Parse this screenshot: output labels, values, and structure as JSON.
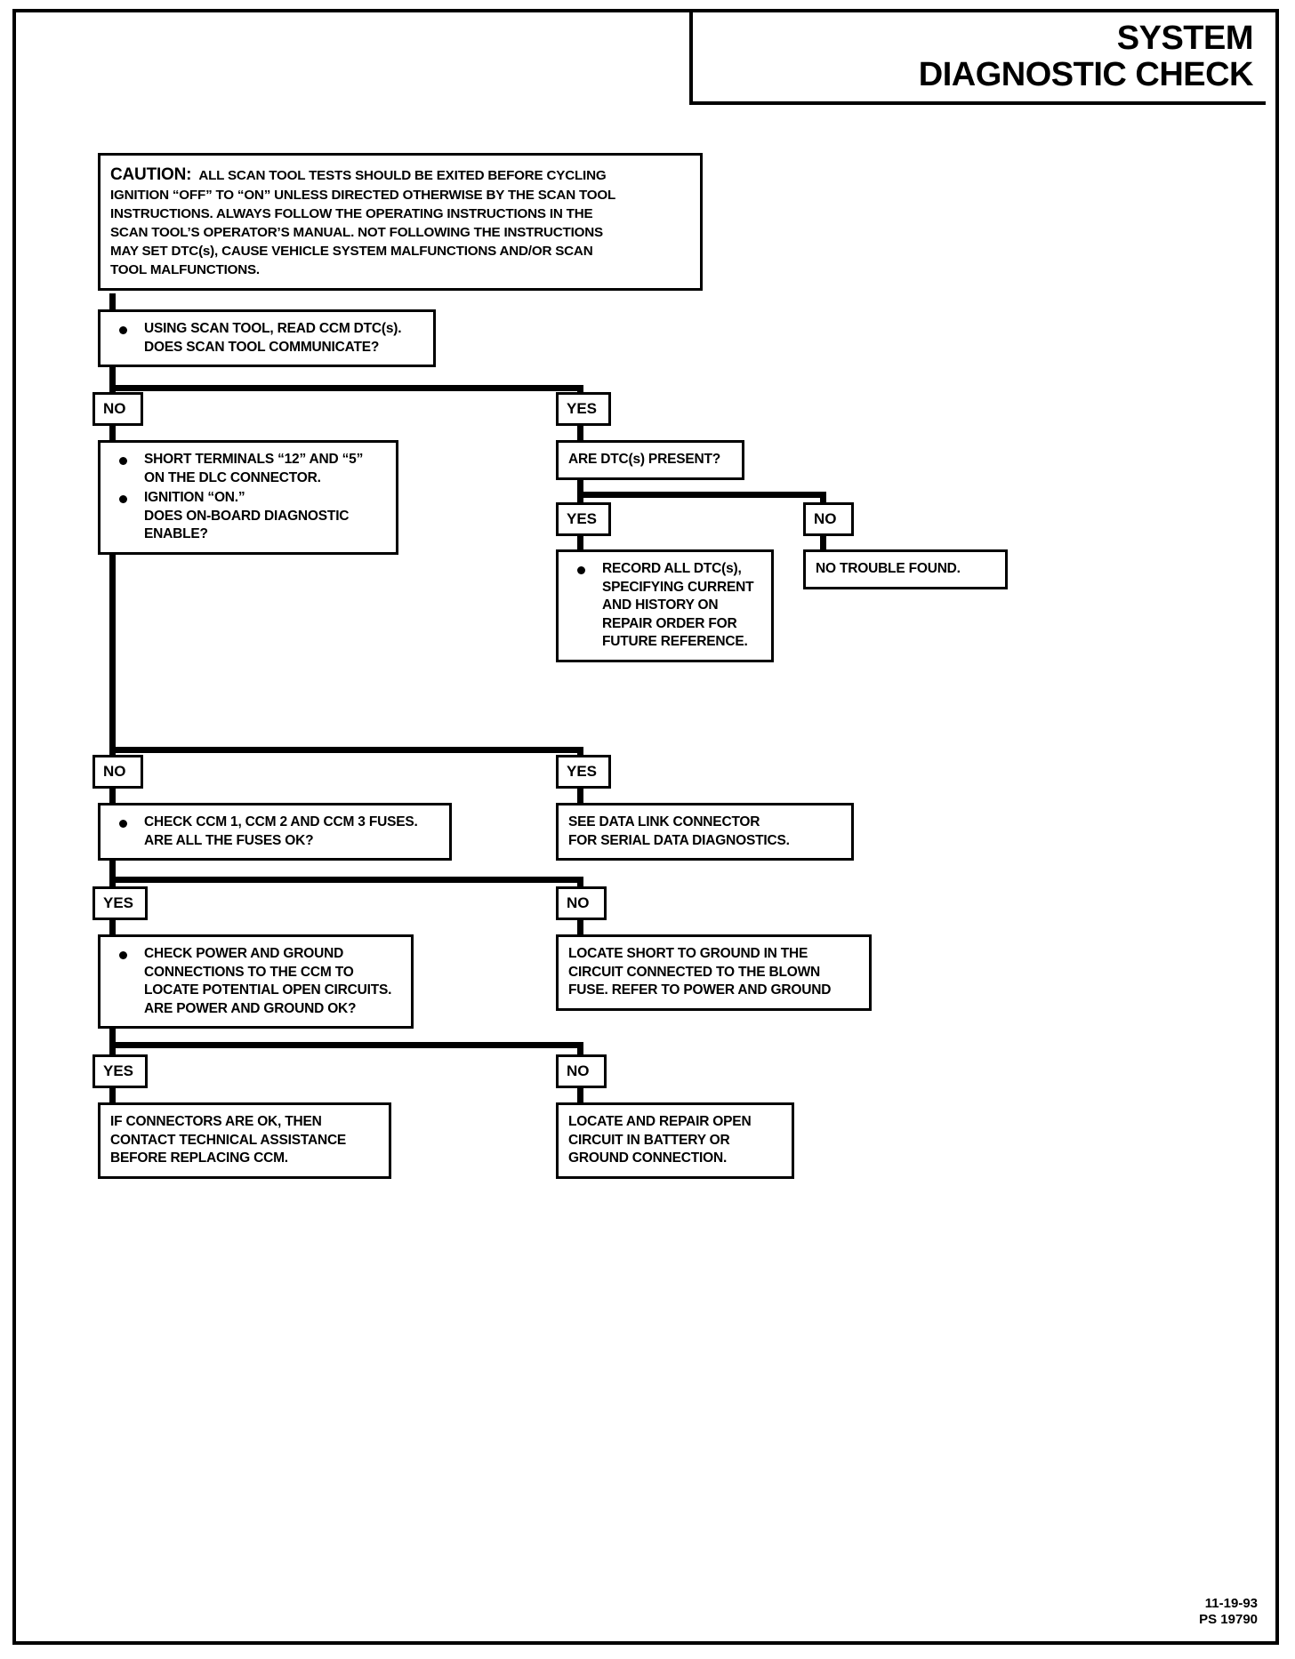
{
  "title": {
    "line1": "SYSTEM",
    "line2": "DIAGNOSTIC CHECK"
  },
  "caution": {
    "heading": "CAUTION:",
    "lines": [
      "ALL SCAN TOOL TESTS SHOULD BE EXITED BEFORE CYCLING",
      "IGNITION “OFF” TO “ON” UNLESS DIRECTED OTHERWISE BY THE SCAN TOOL",
      "INSTRUCTIONS.  ALWAYS FOLLOW THE OPERATING INSTRUCTIONS IN THE",
      "SCAN TOOL’S OPERATOR’S MANUAL.  NOT FOLLOWING THE INSTRUCTIONS",
      "MAY SET DTC(s), CAUSE VEHICLE SYSTEM MALFUNCTIONS AND/OR SCAN",
      "TOOL MALFUNCTIONS."
    ]
  },
  "nodes": {
    "scan_communicate": {
      "line1": "USING SCAN TOOL, READ CCM DTC(s).",
      "line2": "DOES SCAN TOOL COMMUNICATE?"
    },
    "short_terminals": {
      "line1": "SHORT TERMINALS “12” AND “5”",
      "line2": "ON THE DLC CONNECTOR.",
      "line3": "IGNITION “ON.”",
      "line4": "DOES ON-BOARD DIAGNOSTIC",
      "line5": "ENABLE?"
    },
    "dtcs_present": {
      "line1": "ARE DTC(s) PRESENT?"
    },
    "record_dtcs": {
      "line1": "RECORD ALL DTC(s),",
      "line2": "SPECIFYING CURRENT",
      "line3": "AND HISTORY ON",
      "line4": "REPAIR ORDER FOR",
      "line5": "FUTURE REFERENCE."
    },
    "no_trouble_found": {
      "line1": "NO TROUBLE FOUND."
    },
    "check_fuses": {
      "line1": "CHECK CCM 1, CCM 2 AND CCM 3 FUSES.",
      "line2": "ARE ALL THE FUSES OK?"
    },
    "see_dlc": {
      "line1": "SEE DATA LINK CONNECTOR",
      "line2": "FOR SERIAL DATA DIAGNOSTICS."
    },
    "check_power_ground": {
      "line1": "CHECK POWER AND GROUND",
      "line2": "CONNECTIONS TO THE CCM TO",
      "line3": "LOCATE POTENTIAL OPEN CIRCUITS.",
      "line4": "ARE POWER AND GROUND OK?"
    },
    "locate_short": {
      "line1": "LOCATE SHORT TO GROUND IN THE",
      "line2": "CIRCUIT CONNECTED TO THE BLOWN",
      "line3": "FUSE.  REFER TO POWER AND GROUND"
    },
    "contact_tech": {
      "line1": "IF CONNECTORS ARE OK, THEN",
      "line2": "CONTACT TECHNICAL ASSISTANCE",
      "line3": "BEFORE REPLACING CCM."
    },
    "locate_repair_open": {
      "line1": "LOCATE AND REPAIR OPEN",
      "line2": "CIRCUIT IN BATTERY OR",
      "line3": "GROUND CONNECTION."
    }
  },
  "tags": {
    "no1": "NO",
    "yes1": "YES",
    "yes2": "YES",
    "no2": "NO",
    "no3": "NO",
    "yes3": "YES",
    "yes4": "YES",
    "no4": "NO",
    "yes5": "YES",
    "no5": "NO"
  },
  "footer": {
    "date": "11-19-93",
    "code": "PS 19790"
  },
  "colors": {
    "ink": "#000000",
    "paper": "#ffffff"
  }
}
